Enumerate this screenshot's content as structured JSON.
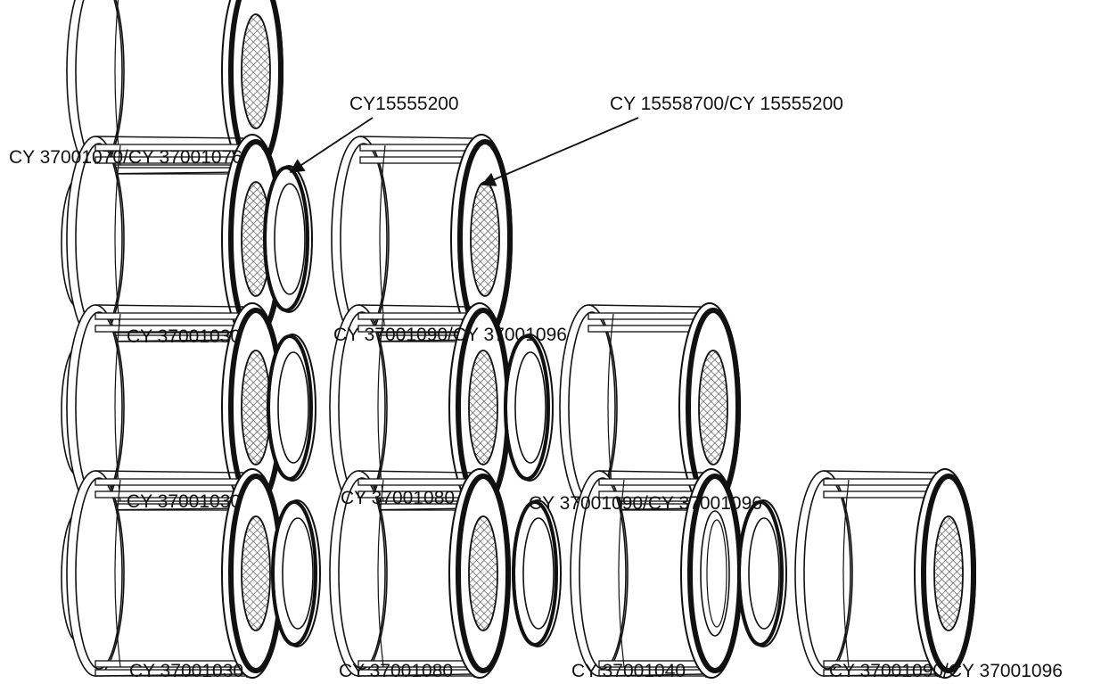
{
  "colors": {
    "ink": "#111111",
    "paper": "#ffffff",
    "screen": "#8a8a8a"
  },
  "callouts": {
    "upper_seal": "CY15555200",
    "outlet_seal": "CY 15558700/CY 15555200"
  },
  "rows": [
    {
      "id": "row-1",
      "labels": [
        "CY 37001070/CY 37001076"
      ],
      "parts": [
        "strainer-outlet-screen"
      ]
    },
    {
      "id": "row-2",
      "labels": [
        "CY 37001030",
        "CY 37001090/CY 37001096"
      ],
      "parts": [
        "strainer-inlet",
        "seal-ring",
        "strainer-outlet-screen"
      ]
    },
    {
      "id": "row-3",
      "labels": [
        "CY 37001030",
        "CY 37001080",
        "CY 37001090/CY 37001096"
      ],
      "parts": [
        "strainer-inlet",
        "seal-ring",
        "strainer-middle-screen",
        "seal-ring",
        "strainer-outlet-screen"
      ]
    },
    {
      "id": "row-4",
      "labels": [
        "CY 37001030",
        "CY 37001080",
        "CY 37001040",
        "CY 37001090/CY 37001096"
      ],
      "parts": [
        "strainer-inlet",
        "seal-ring",
        "strainer-middle-screen",
        "seal-ring",
        "strainer-middle-open",
        "seal-ring",
        "strainer-outlet-screen"
      ]
    }
  ]
}
